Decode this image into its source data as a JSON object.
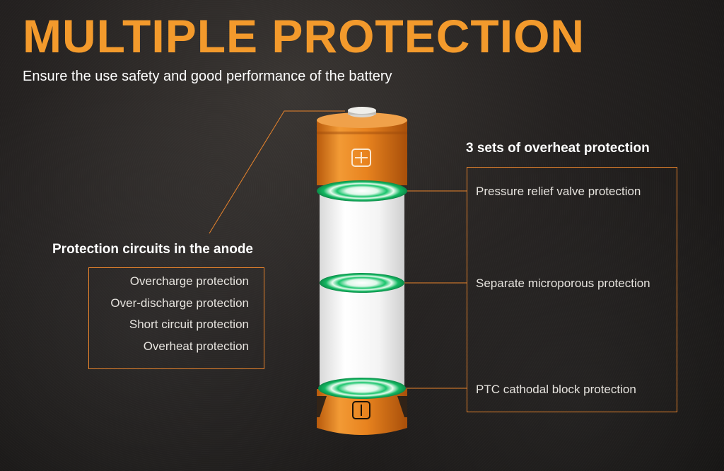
{
  "title": "MULTIPLE PROTECTION",
  "subtitle": "Ensure the use safety and good performance of the battery",
  "left": {
    "heading": "Protection circuits in the anode",
    "items": [
      "Overcharge protection",
      "Over-discharge protection",
      "Short circuit protection",
      "Overheat protection"
    ]
  },
  "right": {
    "heading": "3 sets of overheat protection",
    "items": [
      "Pressure relief valve protection",
      "Separate microporous protection",
      "PTC cathodal block protection"
    ]
  },
  "colors": {
    "accent": "#f39a2c",
    "line": "#e9842c",
    "ring": "#16c46a"
  },
  "icons": {
    "positive": "plus-terminal-icon",
    "negative": "minus-terminal-icon"
  }
}
